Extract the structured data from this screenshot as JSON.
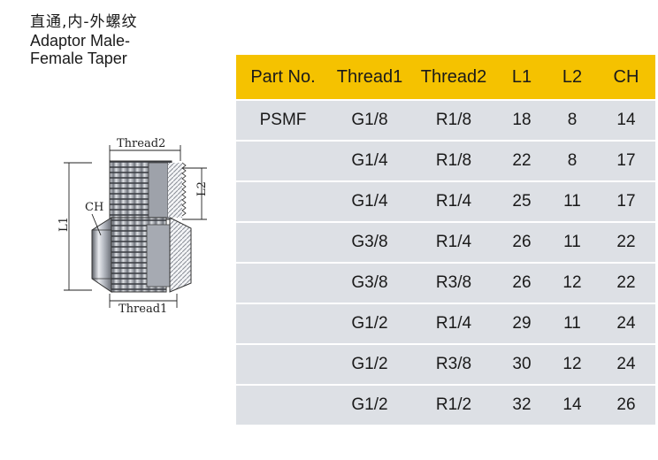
{
  "title": {
    "cn": "直通,内-外螺纹",
    "en_line1": "Adaptor Male-",
    "en_line2": "Female Taper"
  },
  "drawing": {
    "labels": {
      "thread2": "Thread2",
      "thread1": "Thread1",
      "l1": "L1",
      "l2": "L2",
      "ch": "CH"
    }
  },
  "table": {
    "headers": [
      "Part No.",
      "Thread1",
      "Thread2",
      "L1",
      "L2",
      "CH"
    ],
    "rows": [
      [
        "PSMF",
        "G1/8",
        "R1/8",
        "18",
        "8",
        "14"
      ],
      [
        "",
        "G1/4",
        "R1/8",
        "22",
        "8",
        "17"
      ],
      [
        "",
        "G1/4",
        "R1/4",
        "25",
        "11",
        "17"
      ],
      [
        "",
        "G3/8",
        "R1/4",
        "26",
        "11",
        "22"
      ],
      [
        "",
        "G3/8",
        "R3/8",
        "26",
        "12",
        "22"
      ],
      [
        "",
        "G1/2",
        "R1/4",
        "29",
        "11",
        "24"
      ],
      [
        "",
        "G1/2",
        "R3/8",
        "30",
        "12",
        "24"
      ],
      [
        "",
        "G1/2",
        "R1/2",
        "32",
        "14",
        "26"
      ]
    ]
  },
  "colors": {
    "header_bg": "#f5c200",
    "row_bg": "#dde0e5"
  }
}
